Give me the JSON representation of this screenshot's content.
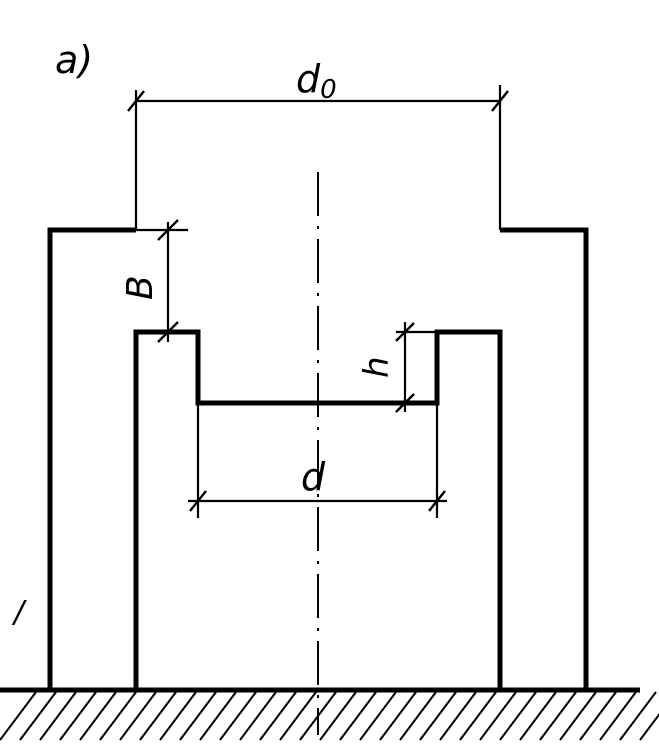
{
  "figure_label": "a)",
  "dimensions": {
    "outer_width": "d",
    "outer_width_subscript": "0",
    "wall_thickness": "B",
    "recess_depth": "h",
    "inner_width": "d"
  },
  "stray_mark": "/"
}
